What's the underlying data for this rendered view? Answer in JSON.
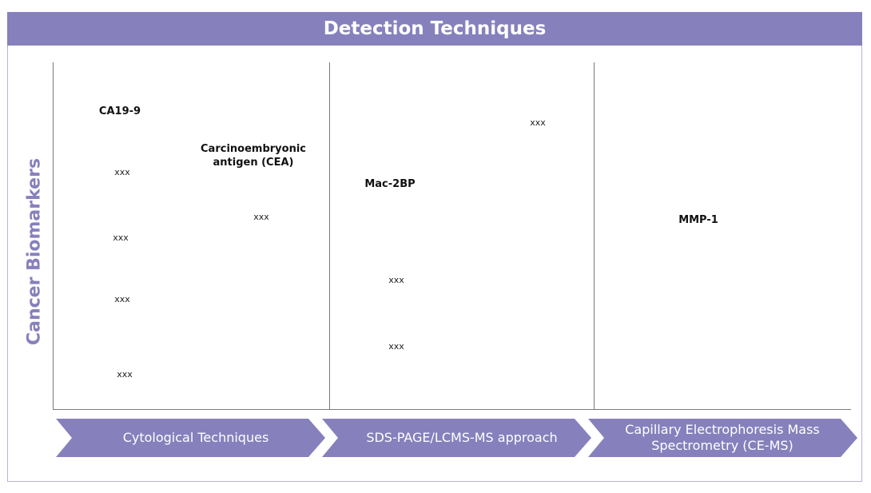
{
  "header": {
    "title": "Detection Techniques"
  },
  "y_axis": {
    "label": "Cancer Biomarkers"
  },
  "stages": [
    {
      "label": "Cytological Techniques"
    },
    {
      "label": "SDS-PAGE/LCMS-MS approach"
    },
    {
      "label": "Capillary Electrophoresis Mass Spectrometry (CE-MS)"
    }
  ],
  "biomarkers": {
    "ca199": "CA19-9",
    "cea_line1": "Carcinoembryonic",
    "cea_line2": "antigen (CEA)",
    "mac2bp": "Mac-2BP",
    "mmp1": "MMP-1"
  },
  "placeholder_text": "xxx",
  "colors": {
    "accent": "#8680bd",
    "frame": "#b9b2d6",
    "axis": "#7a7a7a"
  }
}
